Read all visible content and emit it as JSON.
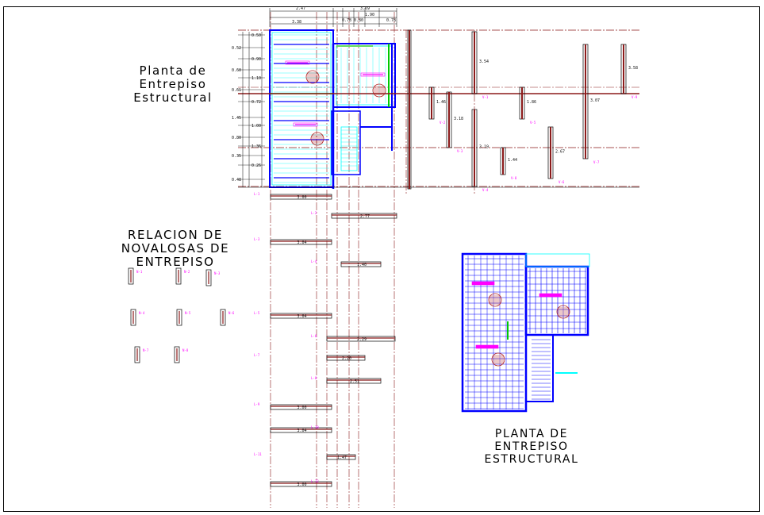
{
  "titles": {
    "main_plan": [
      "Planta de",
      "Entrepiso",
      "Estructural"
    ],
    "relation": [
      "RELACION DE",
      "NOVALOSAS DE",
      "ENTREPISO"
    ],
    "small_plan": [
      "PLANTA DE",
      "ENTREPISO",
      "ESTRUCTURAL"
    ]
  },
  "dimensions": {
    "top": [
      "2.47",
      "3.69",
      "3.38",
      "1.90",
      "0.78",
      "0.80",
      "0.78"
    ],
    "left": [
      "0.50",
      "0.52",
      "0.90",
      "0.60",
      "1.10",
      "0.61",
      "0.72",
      "1.45",
      "1.00",
      "0.80",
      "1.36",
      "0.35",
      "0.26",
      "0.48"
    ],
    "slabs": [
      "3.00",
      "2.77",
      "3.04",
      "1.40",
      "3.04",
      "2.29",
      "2.20",
      "2.51",
      "3.00",
      "3.04",
      "1.47",
      "3.00"
    ],
    "beams": [
      "3.54",
      "1.46",
      "3.18",
      "3.19",
      "1.86",
      "2.67",
      "3.07",
      "1.44",
      "3.58"
    ]
  },
  "colors": {
    "line": "#000000",
    "grid": "#8b1a1a",
    "slab_blue": "#0000ff",
    "cyan": "#00ffff",
    "green": "#00c800",
    "magenta": "#ff00ff",
    "beam_red": "#b22222"
  }
}
